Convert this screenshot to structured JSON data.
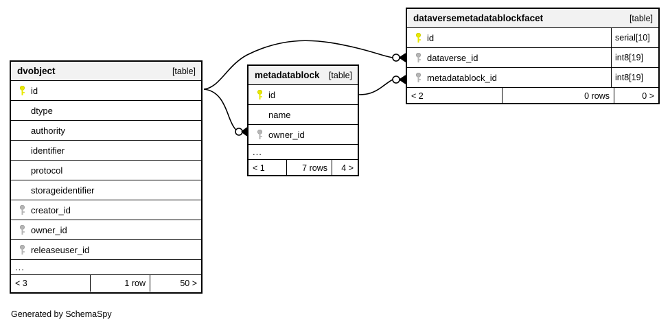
{
  "diagram": {
    "generator_note": "Generated by SchemaSpy",
    "table_tag": "[table]",
    "key_icon_primary": "primary-key-icon",
    "key_icon_foreign": "foreign-key-icon",
    "colors": {
      "primary_key": "#e8e800",
      "foreign_key": "#b0b0b0",
      "header_background": "#f2f2f2",
      "border": "#000000",
      "background": "#ffffff"
    }
  },
  "tables": [
    {
      "id": "dvobject",
      "name": "dvobject",
      "tag": "[table]",
      "columns": [
        {
          "name": "id",
          "key": "primary",
          "type": ""
        },
        {
          "name": "dtype",
          "key": "none",
          "type": ""
        },
        {
          "name": "authority",
          "key": "none",
          "type": ""
        },
        {
          "name": "identifier",
          "key": "none",
          "type": ""
        },
        {
          "name": "protocol",
          "key": "none",
          "type": ""
        },
        {
          "name": "storageidentifier",
          "key": "none",
          "type": ""
        },
        {
          "name": "creator_id",
          "key": "foreign",
          "type": ""
        },
        {
          "name": "owner_id",
          "key": "foreign",
          "type": ""
        },
        {
          "name": "releaseuser_id",
          "key": "foreign",
          "type": ""
        }
      ],
      "more_indicator": "...",
      "footer": {
        "left": "< 3",
        "middle": "1 row",
        "right": "50 >"
      }
    },
    {
      "id": "metadatablock",
      "name": "metadatablock",
      "tag": "[table]",
      "columns": [
        {
          "name": "id",
          "key": "primary",
          "type": ""
        },
        {
          "name": "name",
          "key": "none",
          "type": ""
        },
        {
          "name": "owner_id",
          "key": "foreign",
          "type": ""
        }
      ],
      "more_indicator": "...",
      "footer": {
        "left": "< 1",
        "middle": "7 rows",
        "right": "4 >"
      }
    },
    {
      "id": "dataversemetadatablockfacet",
      "name": "dataversemetadatablockfacet",
      "tag": "[table]",
      "columns": [
        {
          "name": "id",
          "key": "primary",
          "type": "serial[10]"
        },
        {
          "name": "dataverse_id",
          "key": "foreign",
          "type": "int8[19]"
        },
        {
          "name": "metadatablock_id",
          "key": "foreign",
          "type": "int8[19]"
        }
      ],
      "more_indicator": null,
      "footer": {
        "left": "< 2",
        "middle": "0 rows",
        "right": "0 >"
      }
    }
  ],
  "relationships": [
    {
      "name": "dvobject-to-dataversemetadatablockfacet",
      "from_table": "dvobject",
      "from_column": "id",
      "to_table": "dataversemetadatablockfacet",
      "to_column": "dataverse_id"
    },
    {
      "name": "dvobject-to-metadatablock",
      "from_table": "dvobject",
      "from_column": "id",
      "to_table": "metadatablock",
      "to_column": "owner_id"
    },
    {
      "name": "metadatablock-to-dataversemetadatablockfacet",
      "from_table": "metadatablock",
      "from_column": "id",
      "to_table": "dataversemetadatablockfacet",
      "to_column": "metadatablock_id"
    }
  ]
}
